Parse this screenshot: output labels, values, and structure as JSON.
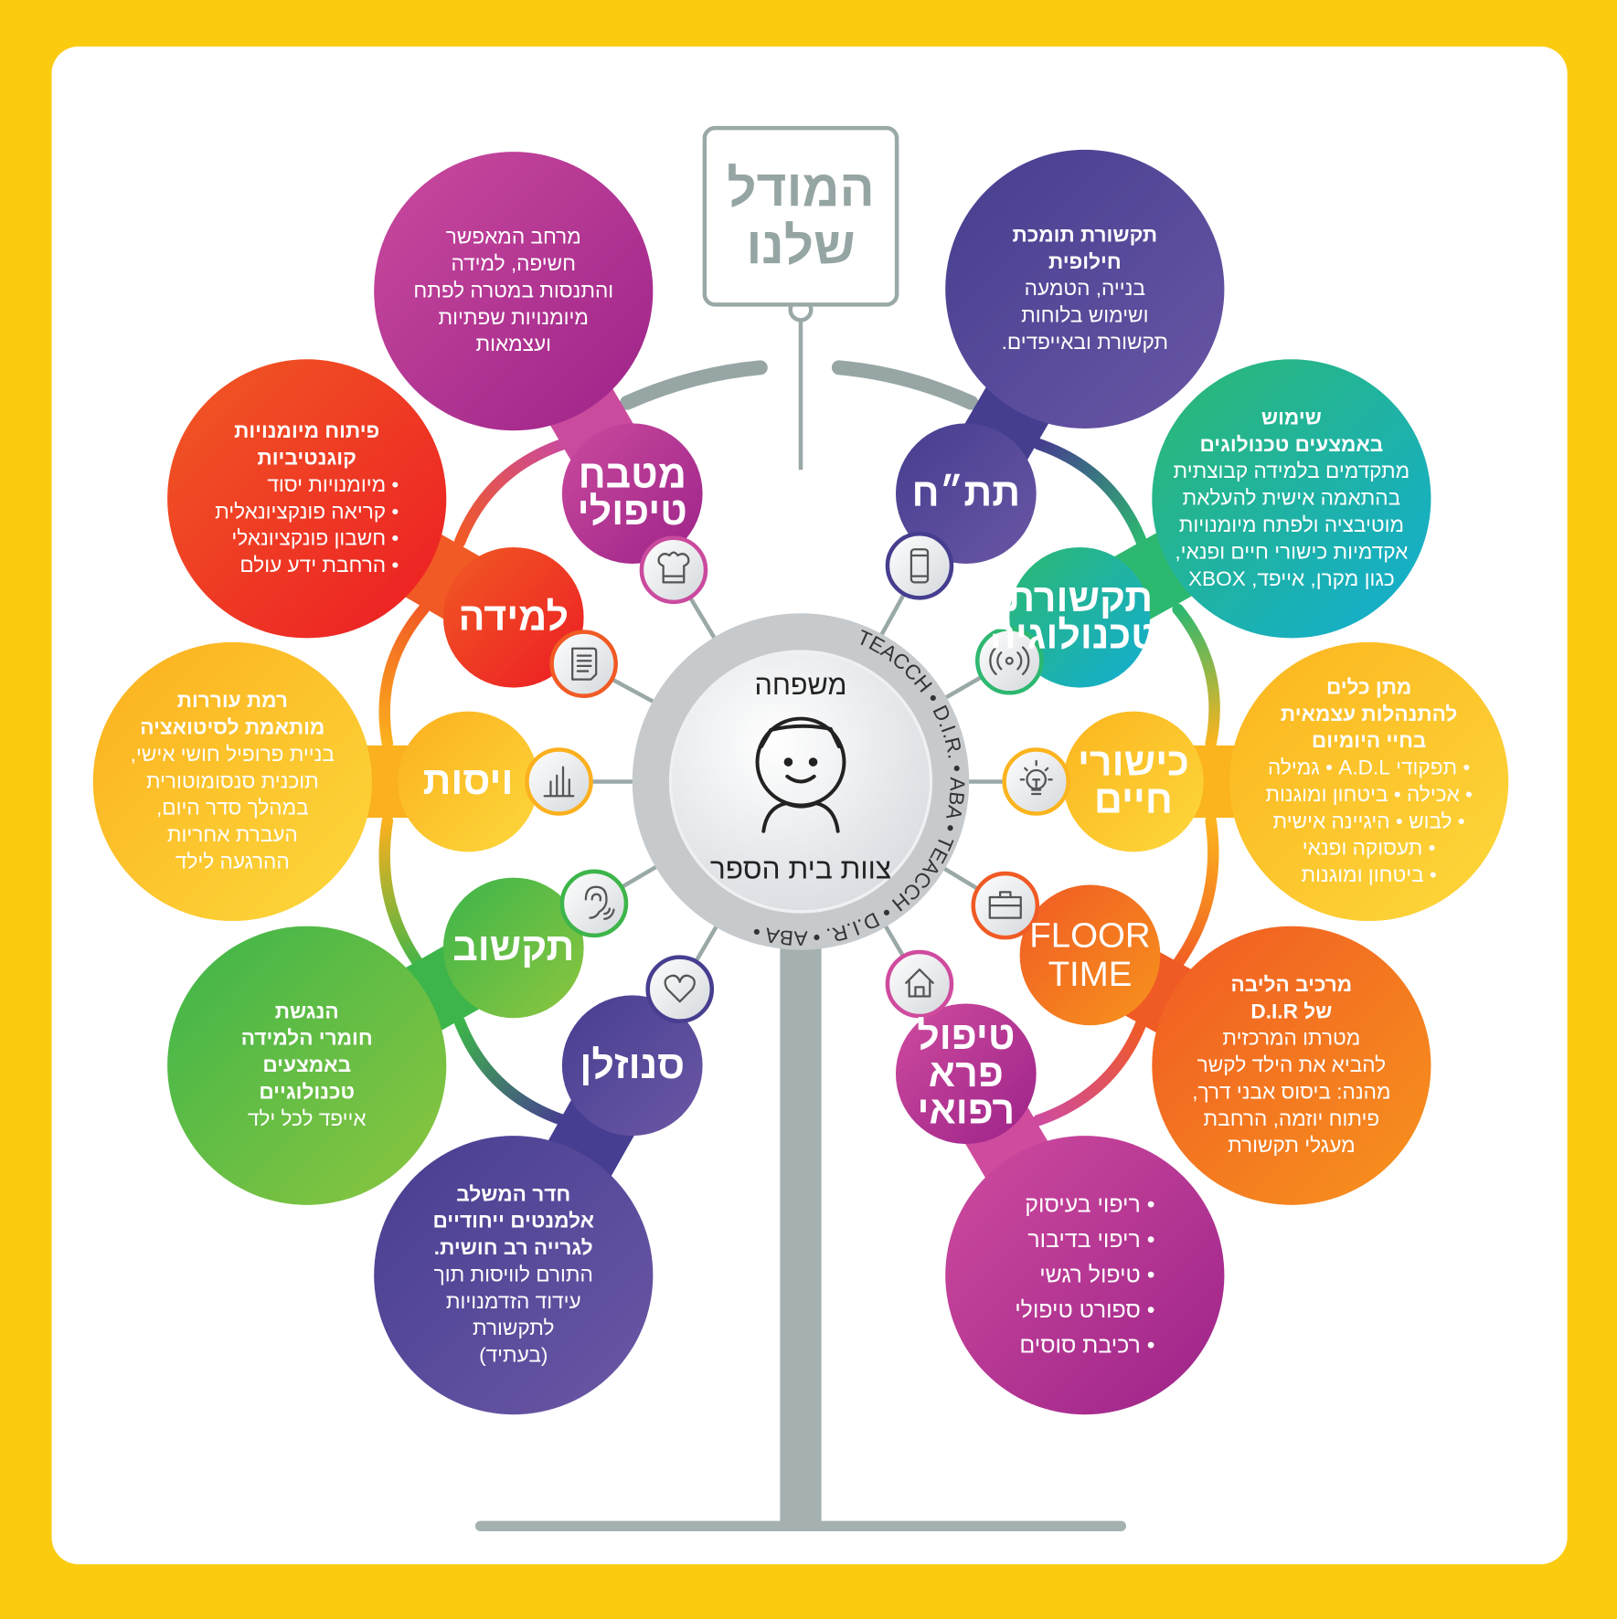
{
  "title": {
    "lines": [
      "המודל",
      "שלנו"
    ]
  },
  "center": {
    "top_label": "משפחה",
    "bottom_label": "צוות בית הספר",
    "ring_methods": [
      "TEACCH",
      "D.I.R.",
      "ABA",
      "TEACCH",
      "D.I.R.",
      "ABA"
    ],
    "child_icon": "smiling-child-icon"
  },
  "colors": {
    "background": "#FBCB10",
    "panel": "#FFFFFF",
    "tree": "#A5B1B0"
  },
  "branches": [
    {
      "id": "therapeutic-kitchen",
      "label": [
        "מטבח",
        "טיפולי"
      ],
      "icon": "chef-hat-icon",
      "colors": [
        "#CA4A9D",
        "#9C2389"
      ],
      "heading": [],
      "body": [
        "מרחב המאפשר",
        "חשיפה, למידה",
        "והתנסות במטרה לפתח",
        "מיומנויות שפתיות",
        "ועצמאות"
      ],
      "bullets": []
    },
    {
      "id": "aac",
      "label": [
        "תת״ח"
      ],
      "icon": "smartphone-icon",
      "colors": [
        "#453E8F",
        "#6A56A4"
      ],
      "heading": [
        "תקשורת תומכת",
        "חילופית"
      ],
      "body": [
        "בנייה, הטמעה",
        "ושימוש בלוחות",
        "תקשורת ובאייפדים."
      ],
      "bullets": []
    },
    {
      "id": "communication-technology",
      "label": [
        "תקשורת",
        "וטכנולוגיה"
      ],
      "icon": "broadcast-icon",
      "colors": [
        "#2DB870",
        "#12ADD4"
      ],
      "heading": [
        "שימוש",
        "באמצעים טכנולוגים"
      ],
      "body": [
        "מתקדמים בלמידה קבוצתית",
        "בהתאמה אישית להעלאת",
        "מוטיבציה ולפתח מיומנויות",
        "אקדמיות כישורי חיים ופנאי,",
        "כגון מקרן, אייפד, XBOX"
      ],
      "bullets": []
    },
    {
      "id": "life-skills",
      "label": [
        "כישורי",
        "חיים"
      ],
      "icon": "lightbulb-icon",
      "colors": [
        "#FBB41E",
        "#FDD83C"
      ],
      "heading": [
        "מתן כלים",
        "להתנהלות עצמאית",
        "בחיי היומיום"
      ],
      "body": [
        "• תפקודי A.D.L • גמילה",
        "• אכילה • ביטחון ומוגנות",
        "• לבוש • היגיינה אישית",
        "• תעסוקה ופנאי",
        "• ביטחון ומוגנות"
      ],
      "bullets": []
    },
    {
      "id": "floor-time",
      "label": [
        "FLOOR",
        "TIME"
      ],
      "icon": "briefcase-icon",
      "colors": [
        "#F05A24",
        "#F7941D"
      ],
      "heading": [
        "מרכיב הליבה",
        "של D.I.R"
      ],
      "body": [
        "מטרתו המרכזית",
        "להביא את הילד לקשר",
        "מהנה: ביסוס אבני דרך,",
        "פיתוח יוזמה, הרחבת",
        "מעגלי תקשורת"
      ],
      "bullets": []
    },
    {
      "id": "paramedical-therapy",
      "label": [
        "טיפול",
        "פרא",
        "רפואי"
      ],
      "icon": "house-icon",
      "colors": [
        "#CF4B9E",
        "#9C2389"
      ],
      "heading": [],
      "body": [],
      "bullets": [
        "ריפוי בעיסוק",
        "ריפוי בדיבור",
        "טיפול רגשי",
        "ספורט טיפולי",
        "רכיבת סוסים"
      ]
    },
    {
      "id": "snoezelen",
      "label": [
        "סנוזלן"
      ],
      "icon": "heart-icon",
      "colors": [
        "#463E90",
        "#6C57A5"
      ],
      "heading": [
        "חדר המשלב",
        "אלמנטים ייחודיים",
        "לגרייה רב חושית."
      ],
      "body": [
        "התורם לוויסות תוך",
        "עידוד הזדמנויות",
        "לתקשורת",
        "(בעתיד)"
      ],
      "bullets": []
    },
    {
      "id": "ict",
      "label": [
        "תקשוב"
      ],
      "icon": "ear-icon",
      "colors": [
        "#3DB54A",
        "#8DC63F"
      ],
      "heading": [
        "הנגשת",
        "חומרי הלמידה",
        "באמצעים",
        "טכנולוגיים"
      ],
      "body": [
        "אייפד לכל ילד"
      ],
      "bullets": []
    },
    {
      "id": "regulation",
      "label": [
        "ויסות"
      ],
      "icon": "bar-chart-icon",
      "colors": [
        "#FBB01E",
        "#FDD83C"
      ],
      "heading": [
        "רמת עוררות",
        "מותאמת לסיטואציה"
      ],
      "body": [
        "בניית פרופיל חושי אישי,",
        "תוכנית סנסומוטורית",
        "במהלך סדר היום,",
        "העברת אחריות",
        "ההרגעה לילד"
      ],
      "bullets": []
    },
    {
      "id": "learning",
      "label": [
        "למידה"
      ],
      "icon": "document-icon",
      "colors": [
        "#F15A24",
        "#EC1C24"
      ],
      "heading": [
        "פיתוח מיומנויות",
        "קוגנטיביות"
      ],
      "body": [],
      "bullets": [
        "מיומנויות יסוד",
        "קריאה פונקציונאלית",
        "חשבון פונקציונאלי",
        "הרחבת ידע עולם"
      ]
    }
  ]
}
